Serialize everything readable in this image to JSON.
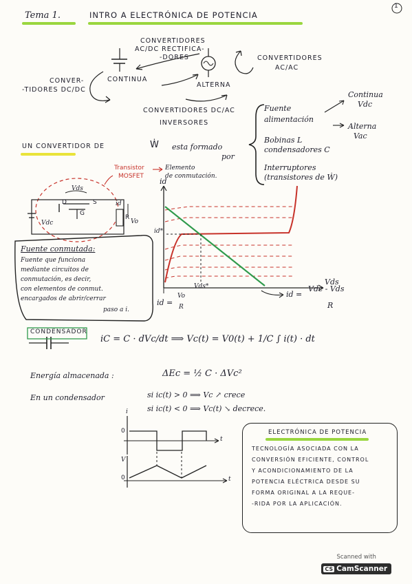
{
  "page_number": "1",
  "header": {
    "tema": "Tema 1.",
    "title": "INTRO A ELECTRÓNICA DE POTENCIA"
  },
  "converters": {
    "acdc": [
      "CONVERTIDORES",
      "AC/DC Rectifica-",
      "-DORES"
    ],
    "acac": [
      "CONVERTIDORES",
      "AC/AC"
    ],
    "dcdc": [
      "CONVER-",
      "-TIDORES DC/DC"
    ],
    "continua": "CONTINUA",
    "alterna": "ALTERNA",
    "dcac": [
      "CONVERTIDORES DC/AC",
      "INVERSORES"
    ]
  },
  "composition": {
    "prefix": "UN CONVERTIDOR DE",
    "symbol": "Ẇ",
    "suffix": "esta formado",
    "por": "por",
    "items": [
      "Fuente",
      "alimentación",
      "Bobinas L",
      "condensadores C",
      "Interruptores",
      "(transistores de Ẇ)"
    ],
    "continua": [
      "Continua",
      "Vdc"
    ],
    "alterna": [
      "Alterna",
      "Vac"
    ]
  },
  "transistor": {
    "label": [
      "Transistor",
      "MOSFET"
    ],
    "arrow_text": [
      "Elemento",
      "de conmutación."
    ],
    "vds": "Vds",
    "D": "D",
    "S": "S",
    "G": "G",
    "vdc": "Vdc",
    "id": "id",
    "R": "R",
    "vo": "Vo"
  },
  "graph": {
    "id": "id",
    "id_star": "id*",
    "vds": "Vds",
    "vds_star": "Vds*",
    "id_eq_left": "id =",
    "vo_frac": [
      "Vo",
      "R"
    ],
    "id_eq_right": "id =",
    "frac_right": [
      "Vdc - Vds",
      "R"
    ]
  },
  "fuente_box": {
    "title": "Fuente conmutada:",
    "lines": [
      "Fuente que funciona",
      "mediante circuitos de",
      "conmutación, es decir,",
      "con elementos de conmut.",
      "encargados de abrir/cerrar",
      "paso a i."
    ]
  },
  "condensador": {
    "title": "CONDENSADOR",
    "eq1": "iC = C · dVc/dt ⟹ Vc(t) = V0(t) + 1/C ∫ i(t) · dt",
    "energia_label": "Energía almacenada :",
    "energia_eq": "ΔEc = ½ C · ΔVc²",
    "line1_prefix": "En un condensador",
    "line1": "si  ic(t) > 0 ⟹ Vc ↗ crece",
    "line2": "si  ic(t) < 0 ⟹ Vc(t) ↘ decrece."
  },
  "waveforms": {
    "i": "i",
    "v": "V",
    "t": "t",
    "zero": "0"
  },
  "electronica_box": {
    "title": "ELECTRÓNICA DE POTENCIA",
    "lines": [
      "Tecnología asociada con la",
      "conversión eficiente, control",
      "y acondicionamiento de la",
      "potencia eléctrica desde su",
      "forma original a la reque-",
      "-rida por la aplicación."
    ]
  },
  "scanner": {
    "top": "Scanned with",
    "brand": "CamScanner"
  },
  "colors": {
    "ink": "#1d1d2a",
    "red": "#c7322a",
    "green": "#2f9a4b",
    "highlight_green": "#9ad63f",
    "highlight_yellow": "#e9e33a"
  }
}
